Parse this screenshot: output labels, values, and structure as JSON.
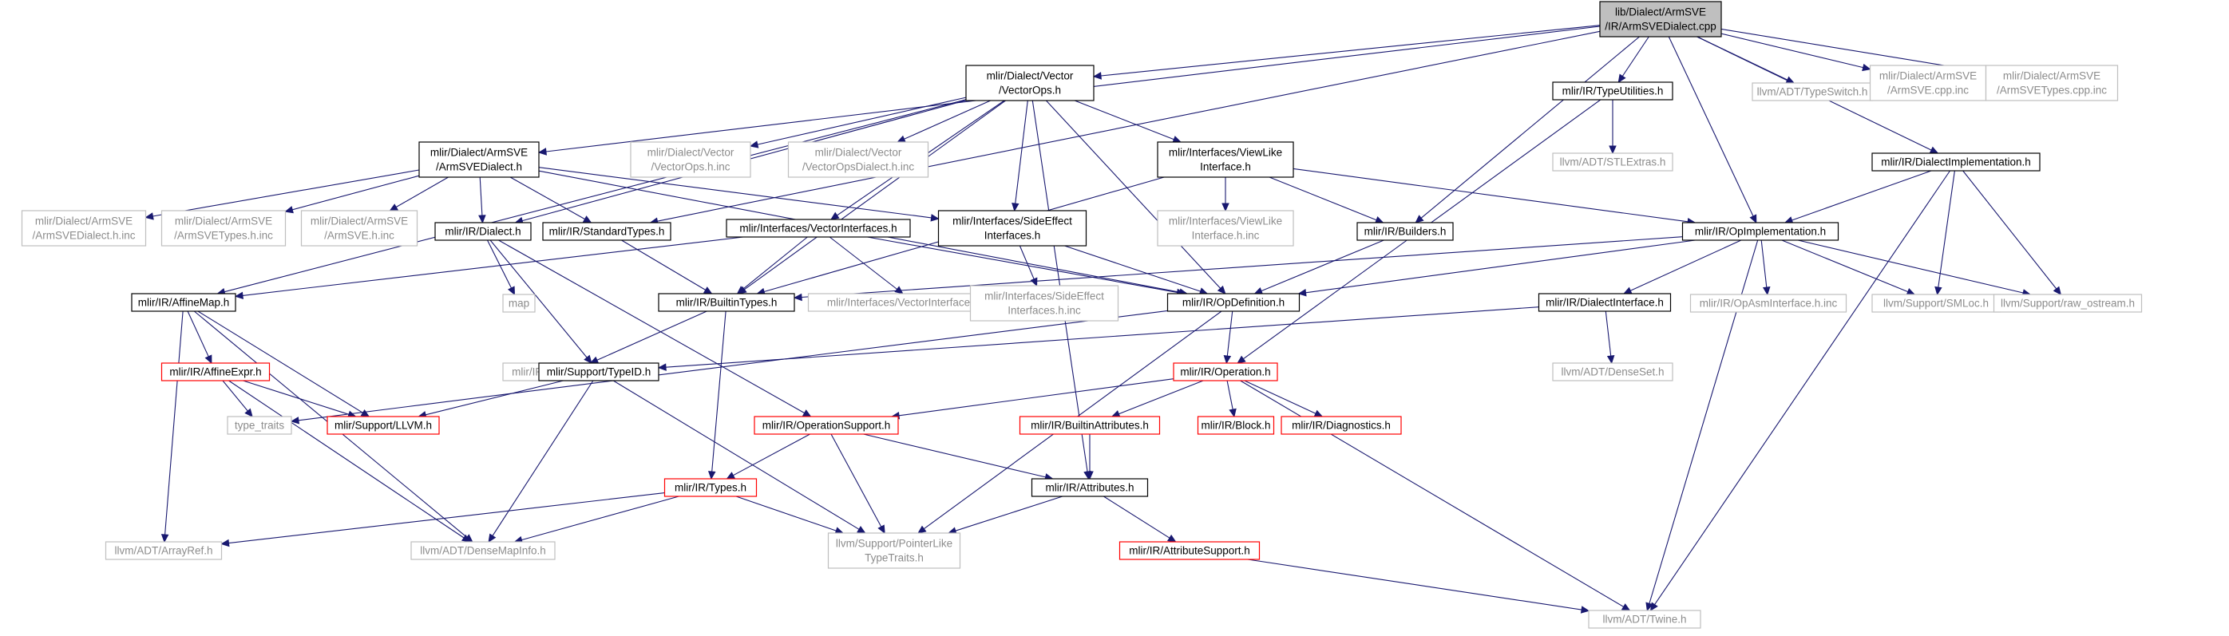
{
  "colors": {
    "edge": "#191970",
    "main_fill": "#bfbfbf",
    "truncated_border": "#ff0000",
    "external_border": "#bfbfbf",
    "external_text": "#8c8c8c"
  },
  "nodes": [
    {
      "id": "main",
      "lines": [
        "lib/Dialect/ArmSVE",
        "/IR/ArmSVEDialect.cpp"
      ],
      "kind": "main"
    },
    {
      "id": "vectorops",
      "lines": [
        "mlir/Dialect/Vector",
        "/VectorOps.h"
      ],
      "kind": "normal"
    },
    {
      "id": "typeutil",
      "lines": [
        "mlir/IR/TypeUtilities.h"
      ],
      "kind": "normal"
    },
    {
      "id": "typeswitch",
      "lines": [
        "llvm/ADT/TypeSwitch.h"
      ],
      "kind": "external"
    },
    {
      "id": "armsvecppinc",
      "lines": [
        "mlir/Dialect/ArmSVE",
        "/ArmSVE.cpp.inc"
      ],
      "kind": "external"
    },
    {
      "id": "armsvetypescppinc",
      "lines": [
        "mlir/Dialect/ArmSVE",
        "/ArmSVETypes.cpp.inc"
      ],
      "kind": "external"
    },
    {
      "id": "armsvedialect",
      "lines": [
        "mlir/Dialect/ArmSVE",
        "/ArmSVEDialect.h"
      ],
      "kind": "normal"
    },
    {
      "id": "vectoropshinc",
      "lines": [
        "mlir/Dialect/Vector",
        "/VectorOps.h.inc"
      ],
      "kind": "external"
    },
    {
      "id": "vectoropsdialecthinc",
      "lines": [
        "mlir/Dialect/Vector",
        "/VectorOpsDialect.h.inc"
      ],
      "kind": "external"
    },
    {
      "id": "viewlike",
      "lines": [
        "mlir/Interfaces/ViewLike",
        "Interface.h"
      ],
      "kind": "normal"
    },
    {
      "id": "stlextras",
      "lines": [
        "llvm/ADT/STLExtras.h"
      ],
      "kind": "external"
    },
    {
      "id": "dialectimpl",
      "lines": [
        "mlir/IR/DialectImplementation.h"
      ],
      "kind": "normal"
    },
    {
      "id": "armsvedialecthinc",
      "lines": [
        "mlir/Dialect/ArmSVE",
        "/ArmSVEDialect.h.inc"
      ],
      "kind": "external"
    },
    {
      "id": "armsvetypeshinc",
      "lines": [
        "mlir/Dialect/ArmSVE",
        "/ArmSVETypes.h.inc"
      ],
      "kind": "external"
    },
    {
      "id": "armsvehinc",
      "lines": [
        "mlir/Dialect/ArmSVE",
        "/ArmSVE.h.inc"
      ],
      "kind": "external"
    },
    {
      "id": "dialecth",
      "lines": [
        "mlir/IR/Dialect.h"
      ],
      "kind": "normal"
    },
    {
      "id": "standardtypes",
      "lines": [
        "mlir/IR/StandardTypes.h"
      ],
      "kind": "normal"
    },
    {
      "id": "vectorinterfaces",
      "lines": [
        "mlir/Interfaces/VectorInterfaces.h"
      ],
      "kind": "normal"
    },
    {
      "id": "sideeffect",
      "lines": [
        "mlir/Interfaces/SideEffect",
        "Interfaces.h"
      ],
      "kind": "normal"
    },
    {
      "id": "viewlikehinc",
      "lines": [
        "mlir/Interfaces/ViewLike",
        "Interface.h.inc"
      ],
      "kind": "external"
    },
    {
      "id": "builders",
      "lines": [
        "mlir/IR/Builders.h"
      ],
      "kind": "normal"
    },
    {
      "id": "opimpl",
      "lines": [
        "mlir/IR/OpImplementation.h"
      ],
      "kind": "normal"
    },
    {
      "id": "affinemap",
      "lines": [
        "mlir/IR/AffineMap.h"
      ],
      "kind": "normal"
    },
    {
      "id": "map",
      "lines": [
        "map"
      ],
      "kind": "external"
    },
    {
      "id": "builtintypes",
      "lines": [
        "mlir/IR/BuiltinTypes.h"
      ],
      "kind": "normal"
    },
    {
      "id": "vectorinterfaceshinc",
      "lines": [
        "mlir/Interfaces/VectorInterfaces.h.inc"
      ],
      "kind": "external"
    },
    {
      "id": "sideeffecthinc",
      "lines": [
        "mlir/Interfaces/SideEffect",
        "Interfaces.h.inc"
      ],
      "kind": "external"
    },
    {
      "id": "opdefinition",
      "lines": [
        "mlir/IR/OpDefinition.h"
      ],
      "kind": "normal"
    },
    {
      "id": "dialectinterface",
      "lines": [
        "mlir/IR/DialectInterface.h"
      ],
      "kind": "normal"
    },
    {
      "id": "opasmhinc",
      "lines": [
        "mlir/IR/OpAsmInterface.h.inc"
      ],
      "kind": "external"
    },
    {
      "id": "smloc",
      "lines": [
        "llvm/Support/SMLoc.h"
      ],
      "kind": "external"
    },
    {
      "id": "rawostream",
      "lines": [
        "llvm/Support/raw_ostream.h"
      ],
      "kind": "external"
    },
    {
      "id": "affineexpr",
      "lines": [
        "mlir/IR/AffineExpr.h"
      ],
      "kind": "truncated"
    },
    {
      "id": "builtintypeshinc",
      "lines": [
        "mlir/IR/BuiltinTypes.h.inc"
      ],
      "kind": "external"
    },
    {
      "id": "typeid",
      "lines": [
        "mlir/Support/TypeID.h"
      ],
      "kind": "normal"
    },
    {
      "id": "operation",
      "lines": [
        "mlir/IR/Operation.h"
      ],
      "kind": "truncated"
    },
    {
      "id": "denseset",
      "lines": [
        "llvm/ADT/DenseSet.h"
      ],
      "kind": "external"
    },
    {
      "id": "typetraits",
      "lines": [
        "type_traits"
      ],
      "kind": "external"
    },
    {
      "id": "llvmh",
      "lines": [
        "mlir/Support/LLVM.h"
      ],
      "kind": "truncated"
    },
    {
      "id": "opsupport",
      "lines": [
        "mlir/IR/OperationSupport.h"
      ],
      "kind": "truncated"
    },
    {
      "id": "builtinattrs",
      "lines": [
        "mlir/IR/BuiltinAttributes.h"
      ],
      "kind": "truncated"
    },
    {
      "id": "block",
      "lines": [
        "mlir/IR/Block.h"
      ],
      "kind": "truncated"
    },
    {
      "id": "diagnostics",
      "lines": [
        "mlir/IR/Diagnostics.h"
      ],
      "kind": "truncated"
    },
    {
      "id": "types",
      "lines": [
        "mlir/IR/Types.h"
      ],
      "kind": "truncated"
    },
    {
      "id": "attributes",
      "lines": [
        "mlir/IR/Attributes.h"
      ],
      "kind": "normal"
    },
    {
      "id": "arrayref",
      "lines": [
        "llvm/ADT/ArrayRef.h"
      ],
      "kind": "external"
    },
    {
      "id": "densemapinfo",
      "lines": [
        "llvm/ADT/DenseMapInfo.h"
      ],
      "kind": "external"
    },
    {
      "id": "pointerlike",
      "lines": [
        "llvm/Support/PointerLike",
        "TypeTraits.h"
      ],
      "kind": "external"
    },
    {
      "id": "attrsupport",
      "lines": [
        "mlir/IR/AttributeSupport.h"
      ],
      "kind": "truncated"
    },
    {
      "id": "twine",
      "lines": [
        "llvm/ADT/Twine.h"
      ],
      "kind": "external"
    }
  ],
  "edges": [
    [
      "main",
      "vectorops"
    ],
    [
      "main",
      "typeutil"
    ],
    [
      "main",
      "typeswitch"
    ],
    [
      "main",
      "armsvecppinc"
    ],
    [
      "main",
      "armsvetypescppinc"
    ],
    [
      "main",
      "armsvedialect"
    ],
    [
      "main",
      "dialectimpl"
    ],
    [
      "main",
      "standardtypes"
    ],
    [
      "main",
      "builders"
    ],
    [
      "main",
      "opimpl"
    ],
    [
      "vectorops",
      "vectoropshinc"
    ],
    [
      "vectorops",
      "vectoropsdialecthinc"
    ],
    [
      "vectorops",
      "viewlike"
    ],
    [
      "vectorops",
      "dialecth"
    ],
    [
      "vectorops",
      "affinemap"
    ],
    [
      "vectorops",
      "vectorinterfaces"
    ],
    [
      "vectorops",
      "sideeffect"
    ],
    [
      "vectorops",
      "builtintypes"
    ],
    [
      "vectorops",
      "opdefinition"
    ],
    [
      "vectorops",
      "attributes"
    ],
    [
      "typeutil",
      "stlextras"
    ],
    [
      "typeutil",
      "operation"
    ],
    [
      "armsvedialect",
      "armsvedialecthinc"
    ],
    [
      "armsvedialect",
      "armsvetypeshinc"
    ],
    [
      "armsvedialect",
      "armsvehinc"
    ],
    [
      "armsvedialect",
      "dialecth"
    ],
    [
      "armsvedialect",
      "standardtypes"
    ],
    [
      "armsvedialect",
      "sideeffect"
    ],
    [
      "armsvedialect",
      "opdefinition"
    ],
    [
      "viewlike",
      "viewlikehinc"
    ],
    [
      "viewlike",
      "builders"
    ],
    [
      "viewlike",
      "opimpl"
    ],
    [
      "viewlike",
      "builtintypes"
    ],
    [
      "dialectimpl",
      "opimpl"
    ],
    [
      "dialectimpl",
      "smloc"
    ],
    [
      "dialectimpl",
      "rawostream"
    ],
    [
      "dialectimpl",
      "twine"
    ],
    [
      "dialecth",
      "map"
    ],
    [
      "dialecth",
      "typeid"
    ],
    [
      "dialecth",
      "opsupport"
    ],
    [
      "standardtypes",
      "builtintypes"
    ],
    [
      "vectorinterfaces",
      "vectorinterfaceshinc"
    ],
    [
      "vectorinterfaces",
      "affinemap"
    ],
    [
      "vectorinterfaces",
      "builtintypes"
    ],
    [
      "vectorinterfaces",
      "opdefinition"
    ],
    [
      "sideeffect",
      "sideeffecthinc"
    ],
    [
      "sideeffect",
      "opdefinition"
    ],
    [
      "builders",
      "opdefinition"
    ],
    [
      "opimpl",
      "opdefinition"
    ],
    [
      "opimpl",
      "dialectinterface"
    ],
    [
      "opimpl",
      "opasmhinc"
    ],
    [
      "opimpl",
      "smloc"
    ],
    [
      "opimpl",
      "rawostream"
    ],
    [
      "opimpl",
      "builtintypes"
    ],
    [
      "opimpl",
      "twine"
    ],
    [
      "affinemap",
      "affineexpr"
    ],
    [
      "affinemap",
      "llvmh"
    ],
    [
      "affinemap",
      "arrayref"
    ],
    [
      "affinemap",
      "densemapinfo"
    ],
    [
      "builtintypes",
      "builtintypeshinc"
    ],
    [
      "builtintypes",
      "types"
    ],
    [
      "opdefinition",
      "operation"
    ],
    [
      "opdefinition",
      "typetraits"
    ],
    [
      "opdefinition",
      "pointerlike"
    ],
    [
      "dialectinterface",
      "denseset"
    ],
    [
      "dialectinterface",
      "typeid"
    ],
    [
      "affineexpr",
      "typetraits"
    ],
    [
      "affineexpr",
      "llvmh"
    ],
    [
      "affineexpr",
      "densemapinfo"
    ],
    [
      "typeid",
      "llvmh"
    ],
    [
      "typeid",
      "densemapinfo"
    ],
    [
      "typeid",
      "pointerlike"
    ],
    [
      "operation",
      "opsupport"
    ],
    [
      "operation",
      "builtinattrs"
    ],
    [
      "operation",
      "block"
    ],
    [
      "operation",
      "diagnostics"
    ],
    [
      "operation",
      "twine"
    ],
    [
      "opsupport",
      "types"
    ],
    [
      "opsupport",
      "attributes"
    ],
    [
      "opsupport",
      "pointerlike"
    ],
    [
      "builtinattrs",
      "attributes"
    ],
    [
      "types",
      "arrayref"
    ],
    [
      "types",
      "densemapinfo"
    ],
    [
      "types",
      "pointerlike"
    ],
    [
      "attributes",
      "pointerlike"
    ],
    [
      "attributes",
      "attrsupport"
    ],
    [
      "attrsupport",
      "twine"
    ]
  ]
}
